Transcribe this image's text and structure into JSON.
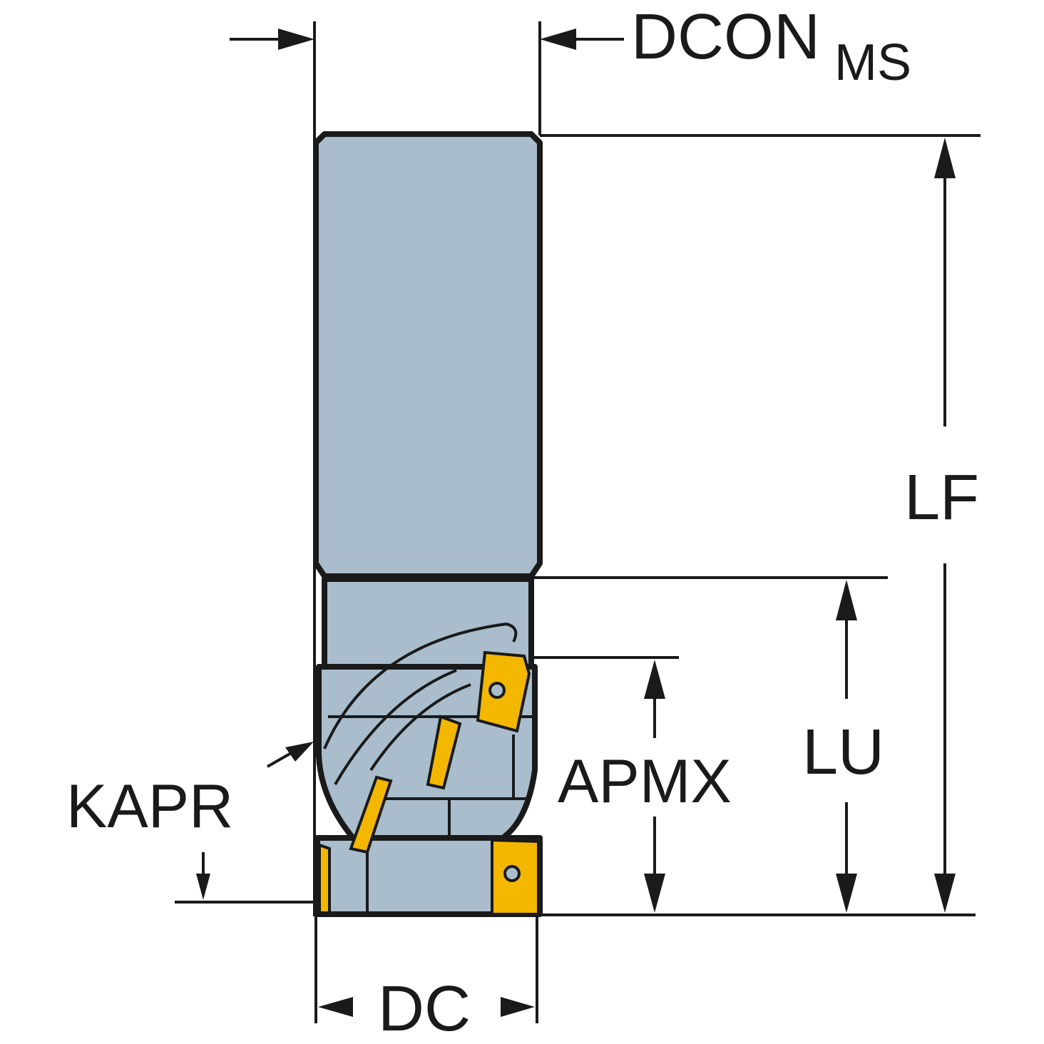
{
  "labels": {
    "dcon": "DCON",
    "dcon_sub": "MS",
    "lf": "LF",
    "lu": "LU",
    "apmx": "APMX",
    "kapr": "KAPR",
    "dc": "DC"
  },
  "colors": {
    "body": "#a9bdcc",
    "insert": "#f4b700",
    "line": "#1a1a1a"
  }
}
